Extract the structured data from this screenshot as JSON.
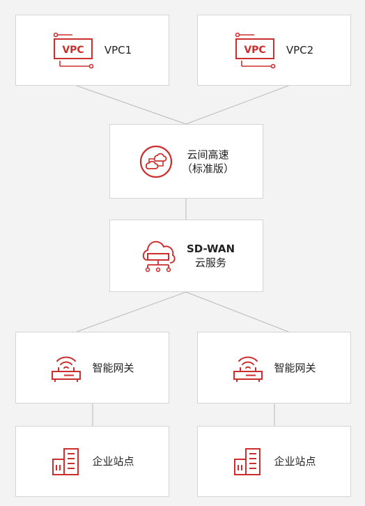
{
  "diagram": {
    "accent_color": "#cc2e2e",
    "line_color": "#b9b9b9",
    "nodes": {
      "vpc1": {
        "label": "VPC1",
        "icon": "vpc-icon",
        "icon_text": "VPC"
      },
      "vpc2": {
        "label": "VPC2",
        "icon": "vpc-icon",
        "icon_text": "VPC"
      },
      "cen": {
        "label_line1": "云间高速",
        "label_line2": "（标准版）",
        "icon": "cloud-connect-icon"
      },
      "sdwan": {
        "label_line1": "SD-WAN",
        "label_line2": "云服务",
        "icon": "cloud-network-icon"
      },
      "gateway_left": {
        "label": "智能网关",
        "icon": "router-icon"
      },
      "gateway_right": {
        "label": "智能网关",
        "icon": "router-icon"
      },
      "site_left": {
        "label": "企业站点",
        "icon": "building-icon"
      },
      "site_right": {
        "label": "企业站点",
        "icon": "building-icon"
      }
    },
    "connections": [
      [
        "vpc1",
        "cen"
      ],
      [
        "vpc2",
        "cen"
      ],
      [
        "cen",
        "sdwan"
      ],
      [
        "sdwan",
        "gateway_left"
      ],
      [
        "sdwan",
        "gateway_right"
      ],
      [
        "gateway_left",
        "site_left"
      ],
      [
        "gateway_right",
        "site_right"
      ]
    ]
  }
}
